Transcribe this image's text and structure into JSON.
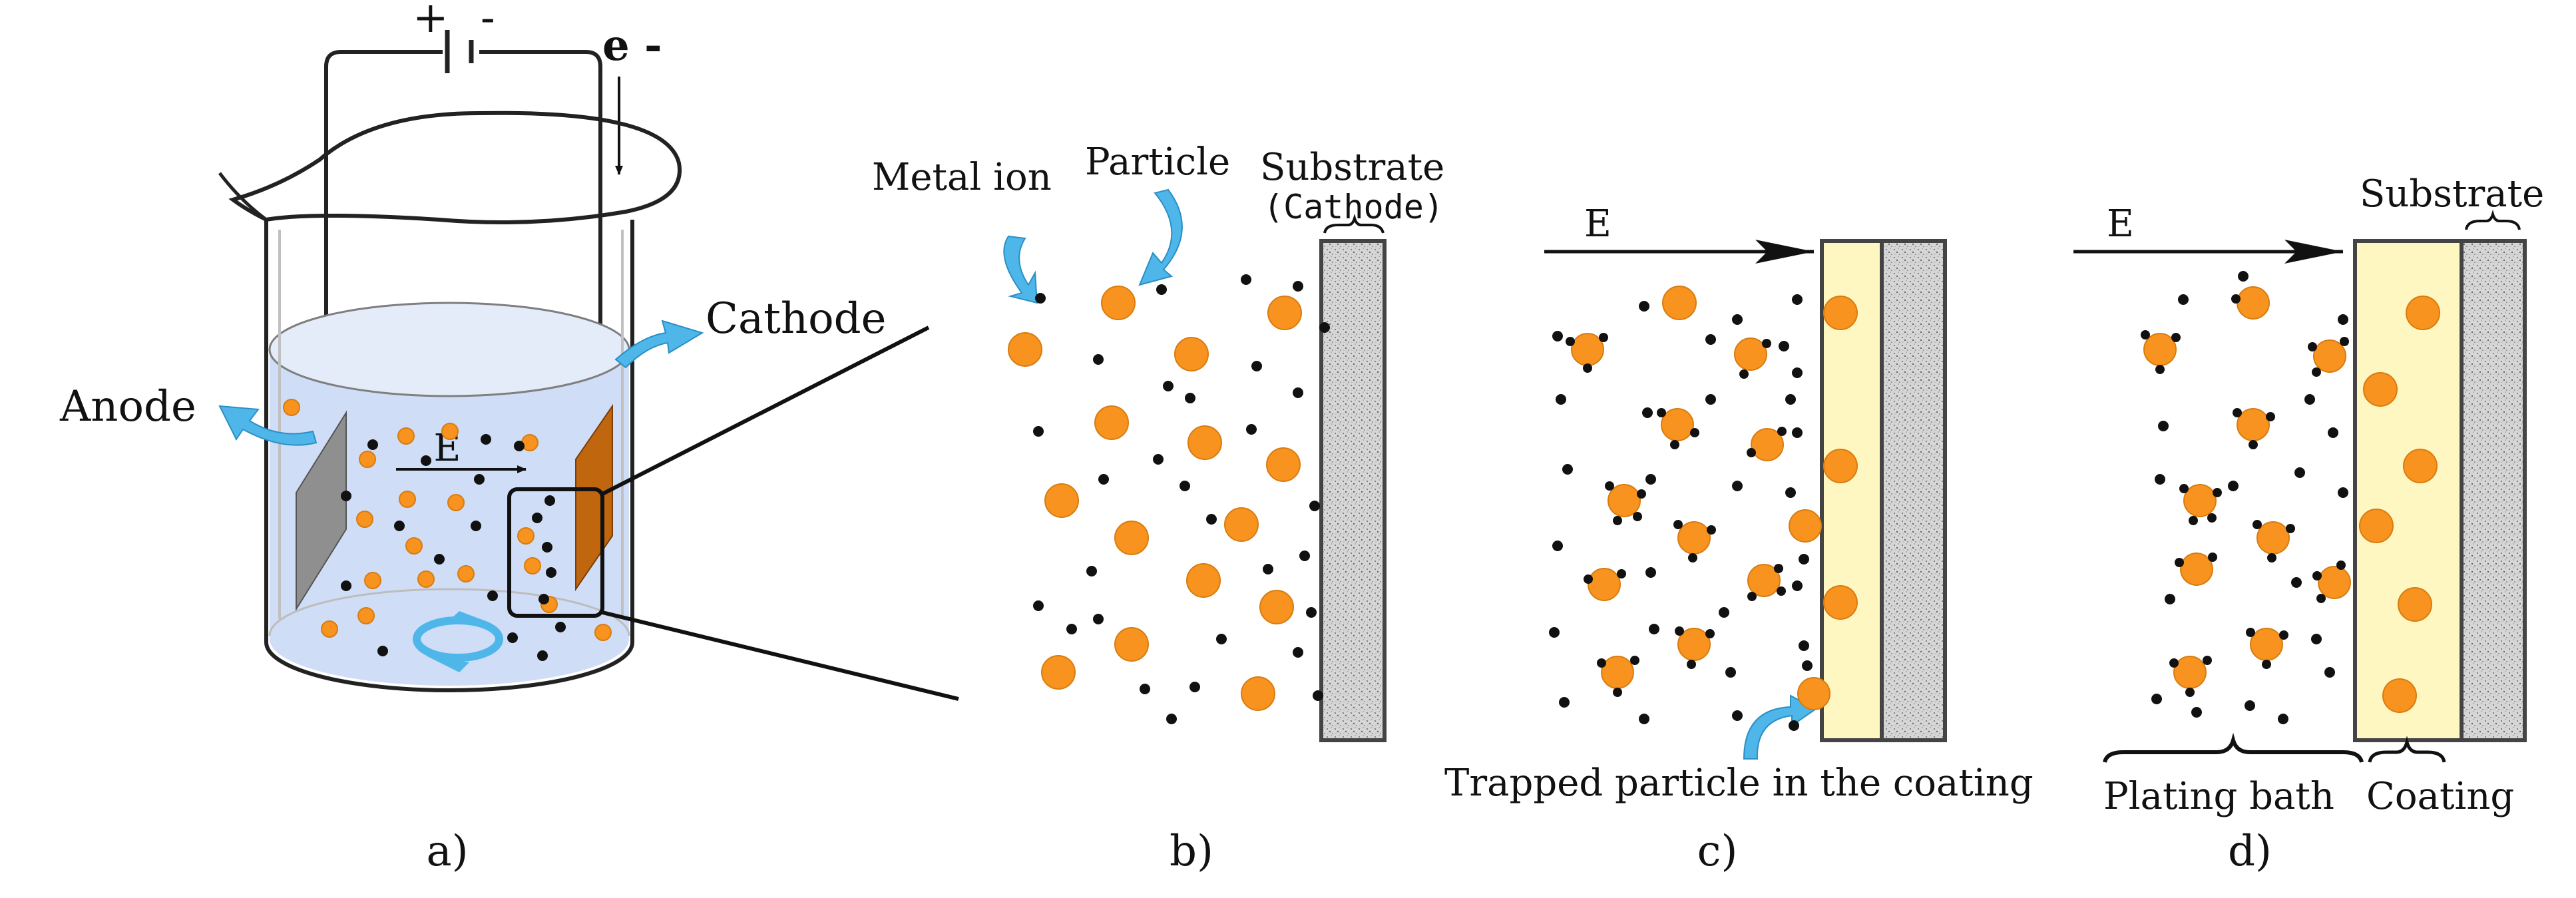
{
  "colors": {
    "particle": "#F7931E",
    "particle_stroke": "#D97C10",
    "ion": "#111111",
    "substrate_fill": "#D6D6D6",
    "coating_fill": "#FFF7C2",
    "solution": "#CFDDF7",
    "anode": "#8F8F8F",
    "cathode": "#C0660E",
    "arrow_blue": "#4FB6EA"
  },
  "panel_a": {
    "caption": "a)",
    "battery_plus": "+",
    "battery_minus": "-",
    "electron": "e -",
    "anode_label": "Anode",
    "cathode_label": "Cathode",
    "field_label": "E",
    "icons": [
      "battery-icon",
      "stirrer-rotation-icon"
    ]
  },
  "panel_b": {
    "caption": "b)",
    "metal_ion_label": "Metal ion",
    "particle_label": "Particle",
    "substrate_label": "Substrate",
    "cathode_label": "(Cathode)"
  },
  "panel_c": {
    "caption": "c)",
    "field_label": "E",
    "trapped_label": "Trapped particle in the coating"
  },
  "panel_d": {
    "caption": "d)",
    "field_label": "E",
    "substrate_label": "Substrate",
    "plating_bath_label": "Plating bath",
    "coating_label": "Coating"
  }
}
